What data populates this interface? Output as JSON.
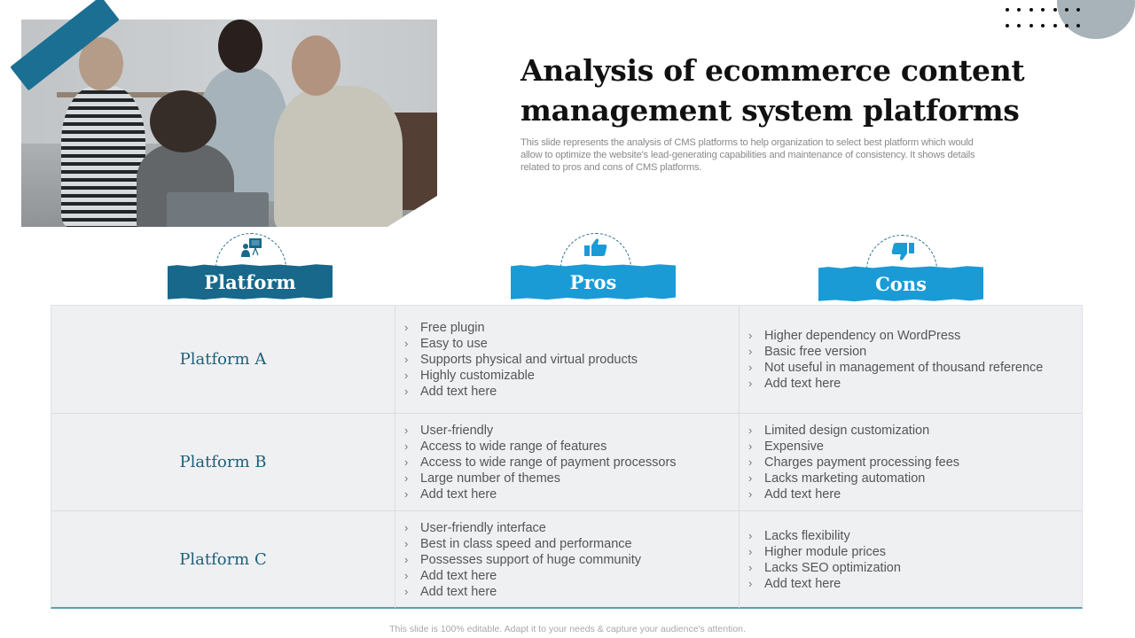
{
  "slide": {
    "title": "Analysis of ecommerce content management system platforms",
    "title_line1": "Analysis of ecommerce content",
    "title_line2": "management system platforms",
    "subtitle": "This slide represents the analysis of CMS platforms to help organization to select best platform which would allow to optimize the website's lead-generating capabilities and maintenance of consistency. It shows details related to pros and cons of CMS platforms.",
    "footer": "This slide is 100% editable. Adapt it to your needs & capture your audience's attention."
  },
  "colors": {
    "dark_teal": "#17688a",
    "bright_blue": "#1a9bd6",
    "table_bg": "#eff0f2",
    "platform_text": "#1d5f7a",
    "deco_circle": "#a7b2b9"
  },
  "photo": {
    "icon": "team-photo",
    "description": "Four people looking at a laptop"
  },
  "headers": [
    {
      "label": "Platform",
      "icon": "presenter-board-icon"
    },
    {
      "label": "Pros",
      "icon": "thumbs-up-icon"
    },
    {
      "label": "Cons",
      "icon": "thumbs-down-icon"
    }
  ],
  "rows": [
    {
      "name": "Platform  A",
      "pros": [
        "Free plugin",
        "Easy to use",
        "Supports physical and virtual products",
        "Highly customizable",
        "Add text here"
      ],
      "cons": [
        "Higher dependency on WordPress",
        "Basic free version",
        "Not useful in management of thousand reference",
        "Add text here"
      ]
    },
    {
      "name": "Platform B",
      "pros": [
        "User-friendly",
        "Access to wide range of features",
        "Access to wide range of payment processors",
        "Large number of themes",
        "Add text here"
      ],
      "cons": [
        "Limited design customization",
        "Expensive",
        "Charges payment processing fees",
        "Lacks marketing automation",
        "Add text here"
      ]
    },
    {
      "name": "Platform C",
      "pros": [
        "User-friendly interface",
        "Best in class speed and performance",
        "Possesses support of huge community",
        "Add text here",
        "Add text here"
      ],
      "cons": [
        "Lacks flexibility",
        "Higher module prices",
        "Lacks SEO optimization",
        "Add text here"
      ]
    }
  ]
}
